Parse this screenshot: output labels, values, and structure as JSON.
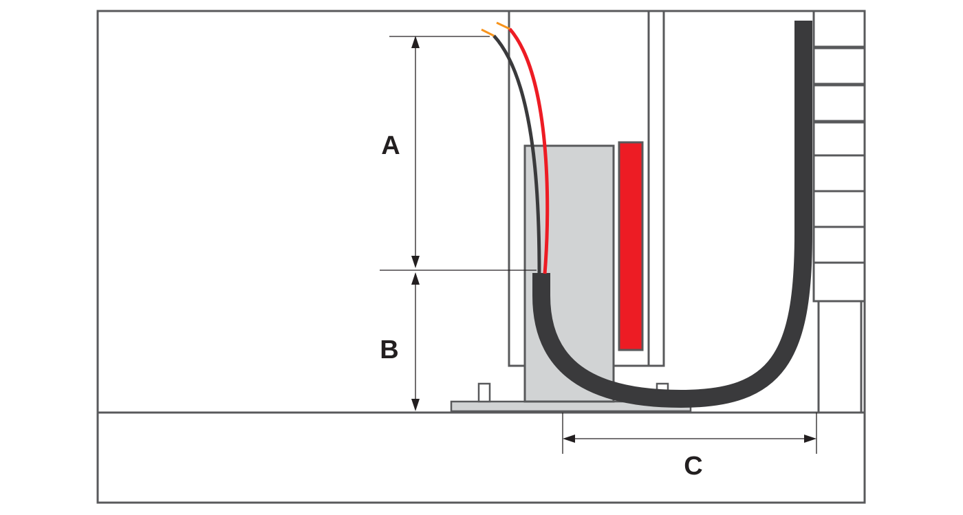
{
  "diagram": {
    "labels": {
      "a": "A",
      "b": "B",
      "c": "C"
    },
    "colors": {
      "outline": "#58595b",
      "cable_jacket": "#3a3a3c",
      "red_wire": "#ed1c24",
      "black_wire": "#3a3a3c",
      "wire_tips": "#f7941d",
      "housing_fill": "#d1d3d4",
      "red_element": "#ed1c24",
      "dimension_lines": "#231f20"
    }
  }
}
